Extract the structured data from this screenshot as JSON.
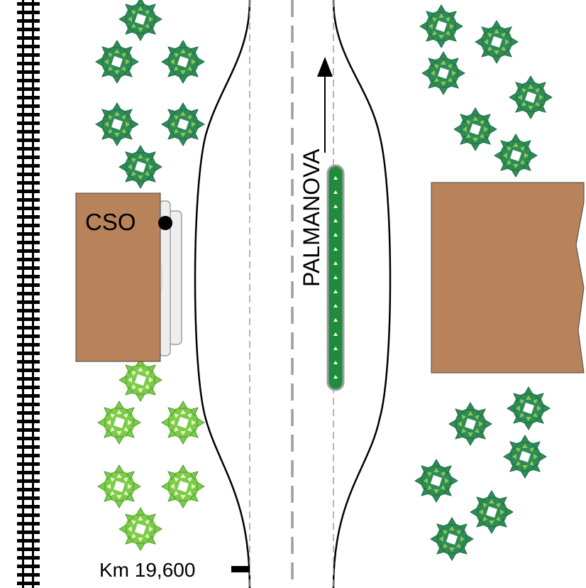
{
  "labels": {
    "station": "CSO",
    "direction": "PALMANOVA",
    "kilometer": "Km 19,600"
  },
  "colors": {
    "building": "#B8825A",
    "tree_dark": "#2E8B57",
    "tree_dark_leaf": "#8CC850",
    "tree_light": "#7CCB4A",
    "tree_light_leaf": "#E8F5C0",
    "median_green": "#1E8C3A",
    "median_border": "#9E9E9E",
    "road_dash": "#9E9E9E",
    "rail": "#000000"
  }
}
